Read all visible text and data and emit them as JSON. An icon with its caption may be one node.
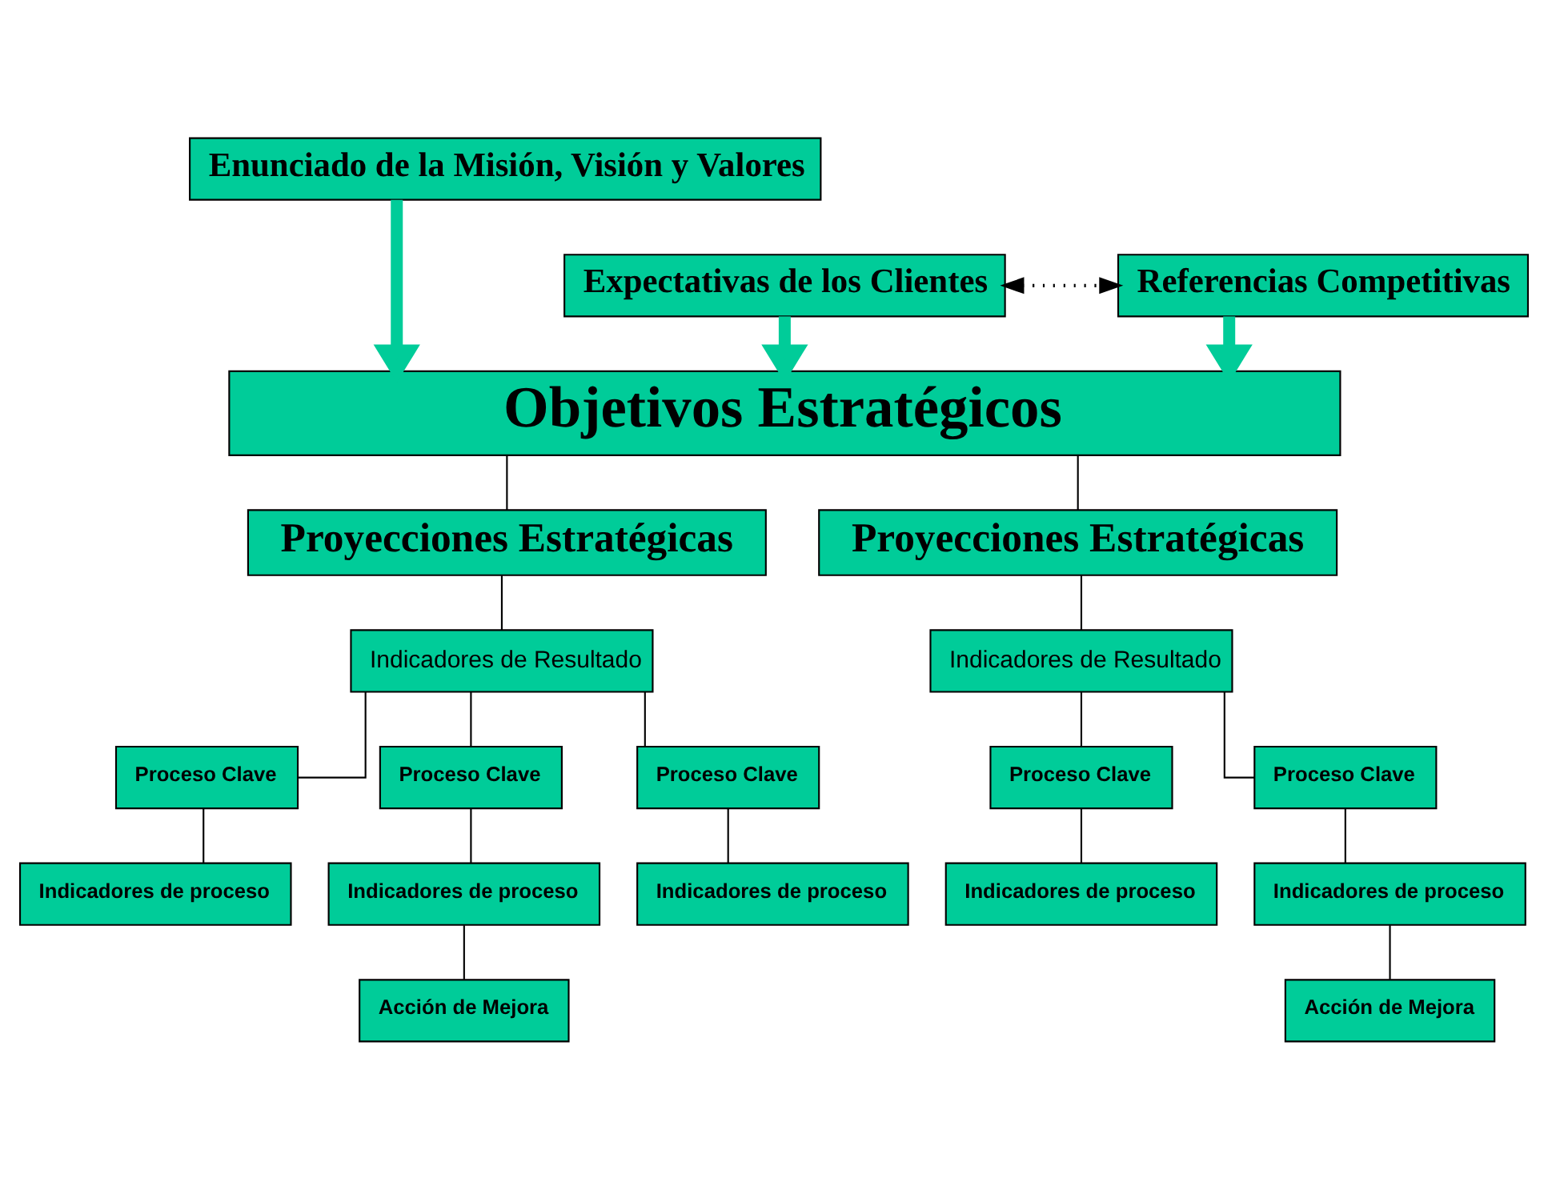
{
  "diagram": {
    "nodes": [
      {
        "text": [
          "Enunciado de la Misión, Visión y Valores"
        ]
      },
      {
        "text": [
          "Expectativas de los Clientes"
        ]
      },
      {
        "text": [
          "Referencias Competitivas"
        ]
      },
      {
        "text": [
          "Objetivos Estratégicos"
        ]
      },
      {
        "text": [
          "Proyecciones Estratégicas"
        ]
      },
      {
        "text": [
          "Proyecciones Estratégicas"
        ]
      },
      {
        "text": [
          "Indicadores de Resultado"
        ]
      },
      {
        "text": [
          "Proceso Clave"
        ]
      },
      {
        "text": [
          "Proceso Clave"
        ]
      },
      {
        "text": [
          "Proceso Clave"
        ]
      },
      {
        "text": [
          "Indicadores de proceso"
        ]
      },
      {
        "text": [
          "Indicadores de proceso"
        ]
      },
      {
        "text": [
          "Indicadores de proceso"
        ]
      },
      {
        "text": [
          "Acción de Mejora"
        ]
      },
      {
        "text": [
          "Indicadores de Resultado"
        ]
      },
      {
        "text": [
          "Proceso Clave"
        ]
      },
      {
        "text": [
          "Proceso Clave"
        ]
      },
      {
        "text": [
          "Indicadores de proceso"
        ]
      },
      {
        "text": [
          "Indicadores de proceso"
        ]
      },
      {
        "text": [
          "Acción de Mejora"
        ]
      }
    ],
    "edges": [
      {
        "from": 1,
        "to": 2,
        "arrow": "both",
        "style": "dashed"
      },
      {
        "from": 0,
        "to": 3,
        "arrow": "to",
        "style": "thick",
        "color": "#00cc99"
      },
      {
        "from": 1,
        "to": 3,
        "arrow": "to",
        "style": "thick",
        "color": "#00cc99"
      },
      {
        "from": 2,
        "to": 3,
        "arrow": "to",
        "style": "thick",
        "color": "#00cc99"
      },
      {
        "from": 3,
        "to": 4,
        "arrow": "none"
      },
      {
        "from": 3,
        "to": 5,
        "arrow": "none"
      },
      {
        "from": 4,
        "to": 6,
        "arrow": "none"
      },
      {
        "from": 6,
        "to": 7,
        "arrow": "none"
      },
      {
        "from": 6,
        "to": 8,
        "arrow": "none"
      },
      {
        "from": 6,
        "to": 9,
        "arrow": "none"
      },
      {
        "from": 7,
        "to": 10,
        "arrow": "none"
      },
      {
        "from": 8,
        "to": 11,
        "arrow": "none"
      },
      {
        "from": 9,
        "to": 12,
        "arrow": "none"
      },
      {
        "from": 11,
        "to": 13,
        "arrow": "none"
      },
      {
        "from": 5,
        "to": 14,
        "arrow": "none"
      },
      {
        "from": 14,
        "to": 15,
        "arrow": "none"
      },
      {
        "from": 14,
        "to": 16,
        "arrow": "none"
      },
      {
        "from": 15,
        "to": 17,
        "arrow": "none"
      },
      {
        "from": 16,
        "to": 18,
        "arrow": "none"
      },
      {
        "from": 18,
        "to": 19,
        "arrow": "none"
      }
    ]
  }
}
